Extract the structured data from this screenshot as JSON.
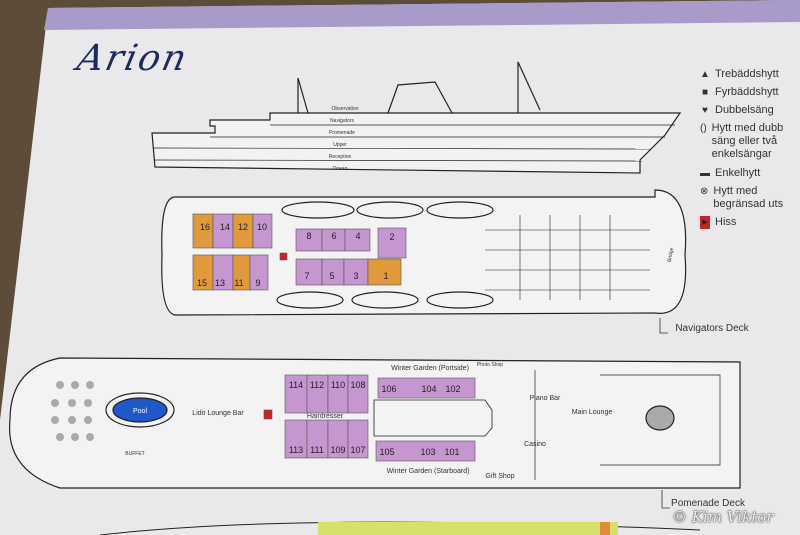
{
  "title": "Arion",
  "profile_decks": [
    "Observation",
    "Navigators",
    "Promenade",
    "Upper",
    "Reception",
    "Ocean"
  ],
  "legend": [
    {
      "icon": "triangle-icon",
      "label": "Trebäddshytt"
    },
    {
      "icon": "square-icon",
      "label": "Fyrbäddshytt"
    },
    {
      "icon": "heart-icon",
      "label": "Dubbelsäng"
    },
    {
      "icon": "bracket-icon",
      "label": "Hytt med dubb säng eller två enkelsängar"
    },
    {
      "icon": "bar-icon",
      "label": "Enkelhytt"
    },
    {
      "icon": "circle-x-icon",
      "label": "Hytt med begränsad uts"
    },
    {
      "icon": "elevator-icon",
      "label": "Hiss"
    }
  ],
  "navigators_deck": {
    "label": "Navigators Deck",
    "bridge_label": "Bridge",
    "cabins_aft_top": [
      "16",
      "14",
      "12",
      "10"
    ],
    "cabins_aft_bottom": [
      "15",
      "13",
      "11",
      "9"
    ],
    "cabins_mid_top": [
      "8",
      "6",
      "4",
      "2"
    ],
    "cabins_mid_bottom": [
      "7",
      "5",
      "3",
      "1"
    ]
  },
  "promenade_deck": {
    "label": "Pomenade Deck",
    "pool": "Pool",
    "buffet": "BUFFET",
    "lido": "Lido Lounge Bar",
    "hairdresser": "Hairdresser",
    "winter_garden_port": "Winter Garden (Portside)",
    "winter_garden_starboard": "Winter Garden (Starboard)",
    "photo_shop": "Photo Shop",
    "gift_shop": "Gift Shop",
    "piano_bar": "Piano Bar",
    "casino": "Casino",
    "main_lounge": "Main Lounge",
    "cabins_top": [
      "114",
      "112",
      "110",
      "108"
    ],
    "cabins_bottom": [
      "113",
      "111",
      "109",
      "107"
    ],
    "wg_port_cabins": [
      "106",
      "104",
      "102"
    ],
    "wg_star_cabins": [
      "105",
      "103",
      "101"
    ]
  },
  "colors": {
    "purple": "#c596cf",
    "orange": "#e09a3c",
    "elevator": "#c0262a",
    "title": "#1d2a5c"
  },
  "watermark": "© Kim Viktor"
}
